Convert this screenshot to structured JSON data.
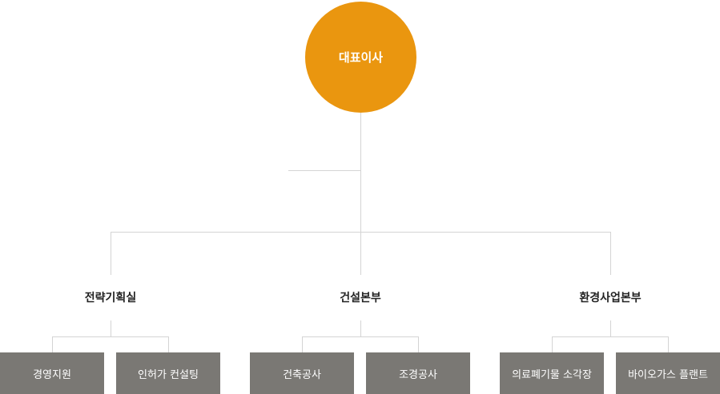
{
  "ceo": {
    "label": "대표이사"
  },
  "divisions": [
    {
      "label": "전략기획실",
      "teams": [
        "경영지원",
        "인허가 컨설팅"
      ]
    },
    {
      "label": "건설본부",
      "teams": [
        "건축공사",
        "조경공사"
      ]
    },
    {
      "label": "환경사업본부",
      "teams": [
        "의료폐기물 소각장",
        "바이오가스 플랜트"
      ]
    }
  ],
  "colors": {
    "ceo": "#ea960f",
    "team": "#7a7874",
    "line": "#d4d4d4"
  }
}
